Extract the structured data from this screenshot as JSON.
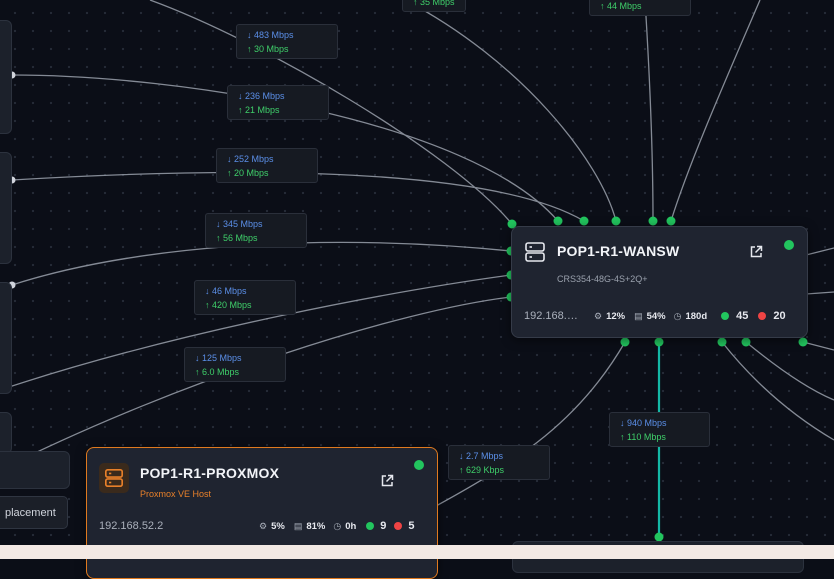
{
  "links": [
    {
      "down": "↓ 483 Mbps",
      "up": "↑ 30 Mbps"
    },
    {
      "down": "↓ 236 Mbps",
      "up": "↑ 21 Mbps"
    },
    {
      "down": "↓ 252 Mbps",
      "up": "↑ 20 Mbps"
    },
    {
      "down": "↓ 345 Mbps",
      "up": "↑ 56 Mbps"
    },
    {
      "down": "↓ 46 Mbps",
      "up": "↑ 420 Mbps"
    },
    {
      "down": "↓ 125 Mbps",
      "up": "↑ 6.0 Mbps"
    },
    {
      "down": "↓ 940 Mbps",
      "up": "↑ 110 Mbps"
    },
    {
      "down": "↓ 2.7 Mbps",
      "up": "↑ 629 Kbps"
    },
    {
      "up": "↑ 35 Mbps"
    },
    {
      "up": "↑ 44 Mbps"
    }
  ],
  "wansw": {
    "name": "POP1-R1-WANSW",
    "model": "CRS354-48G-4S+2Q+",
    "ip": "192.168.…",
    "cpu": "12%",
    "mem": "54%",
    "uptime": "180d",
    "ports_up": "45",
    "ports_down": "20",
    "status_color": "#22c55e"
  },
  "proxmox": {
    "name": "POP1-R1-PROXMOX",
    "type": "Proxmox VE Host",
    "ip": "192.168.52.2",
    "cpu": "5%",
    "mem": "81%",
    "uptime": "0h",
    "ports_up": "9",
    "ports_down": "5",
    "status_color": "#22c55e",
    "accent": "#e07a1f"
  },
  "placement_label": "placement",
  "icons": {
    "server": "server-icon",
    "external": "external-link-icon",
    "cpu": "cpu-icon",
    "memory": "memory-icon",
    "clock": "clock-icon"
  }
}
